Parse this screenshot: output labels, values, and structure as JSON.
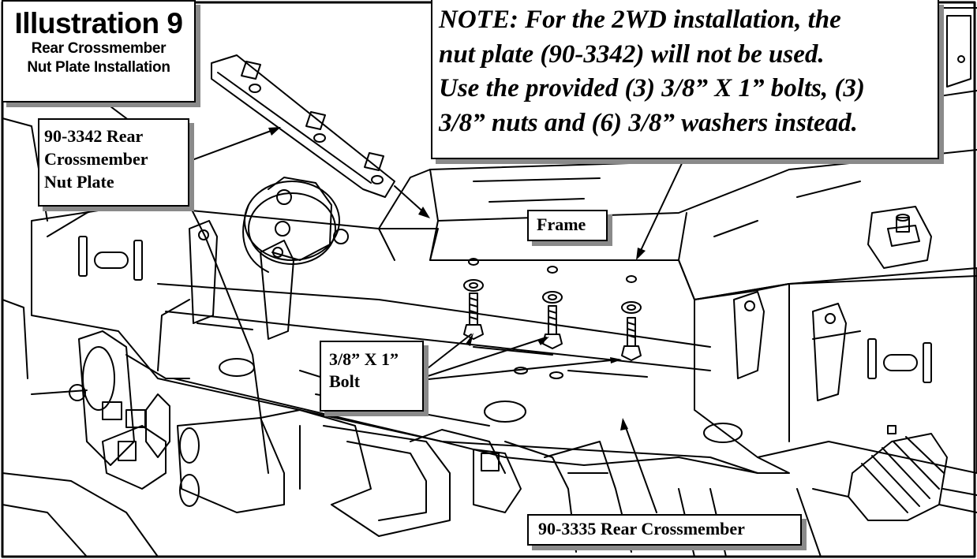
{
  "title": {
    "main": "Illustration 9",
    "sub1": "Rear Crossmember",
    "sub2": "Nut Plate Installation"
  },
  "note": {
    "lines": [
      "NOTE: For the 2WD installation, the",
      "nut plate (90-3342) will not be used.",
      "Use the provided (3) 3/8” X 1” bolts, (3)",
      "3/8” nuts and (6) 3/8” washers instead."
    ]
  },
  "labels": {
    "nut_plate": [
      "90-3342 Rear",
      "Crossmember",
      "Nut Plate"
    ],
    "frame": "Frame",
    "bolt": [
      "3/8” X 1”",
      "Bolt"
    ],
    "crossmember": "90-3335 Rear Crossmember"
  }
}
